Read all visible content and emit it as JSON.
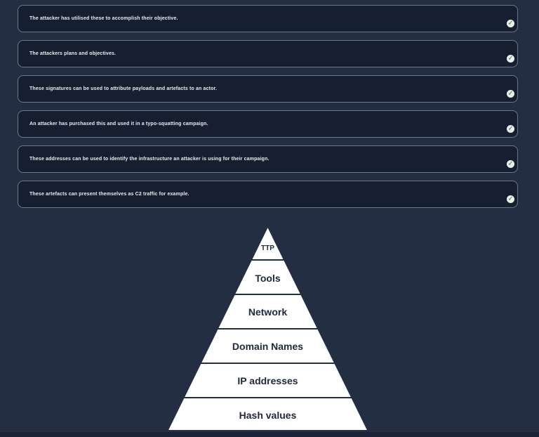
{
  "theme": {
    "page_bg": "#242e43",
    "card_bg": "#161f30",
    "card_border": "#6e7789",
    "card_text": "#e9ecf1",
    "check_circle": "#ededed",
    "check_green": "#47a05c",
    "pyramid_fill": "#ffffff",
    "pyramid_label": "#20293f",
    "divider": "#242e43",
    "footer_strip": "#1b2335"
  },
  "icons": {
    "check_glyph": "✓",
    "check_meaning": "answered-correct"
  },
  "statements": [
    {
      "text": "The attacker has utilised these to accomplish their objective.",
      "status": "correct"
    },
    {
      "text": "The attackers plans and objectives.",
      "status": "correct"
    },
    {
      "text": "These signatures can be used to attribute payloads and artefacts to an actor.",
      "status": "correct"
    },
    {
      "text": "An attacker has purchased this and used it in a typo-squatting campaign.",
      "status": "correct"
    },
    {
      "text": "These addresses can be used to identify the infrastructure an attacker is using for their campaign.",
      "status": "correct"
    },
    {
      "text": "These artefacts can present themselves as C2 traffic for example.",
      "status": "correct"
    }
  ],
  "pyramid": {
    "tiers": [
      {
        "label": "TTP"
      },
      {
        "label": "Tools"
      },
      {
        "label": "Network"
      },
      {
        "label": "Domain Names"
      },
      {
        "label": "IP addresses"
      },
      {
        "label": "Hash values"
      }
    ]
  }
}
